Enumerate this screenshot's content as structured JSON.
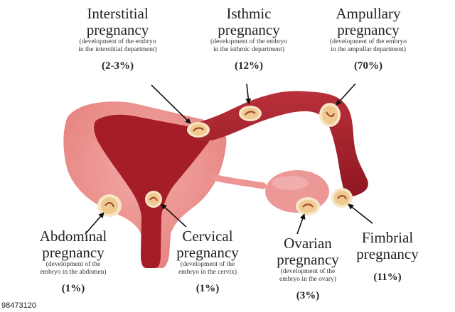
{
  "labels": {
    "interstitial": {
      "title_line1": "Interstitial",
      "title_line2": "pregnancy",
      "desc_line1": "(development of the embryo",
      "desc_line2": "in the interstitial department)",
      "percent": "(2-3%)"
    },
    "isthmic": {
      "title_line1": "Isthmic",
      "title_line2": "pregnancy",
      "desc_line1": "(development of the embryo",
      "desc_line2": "in the isthmic department)",
      "percent": "(12%)"
    },
    "ampullary": {
      "title_line1": "Ampullary",
      "title_line2": "pregnancy",
      "desc_line1": "(development of the embryo",
      "desc_line2": "in the ampullar department)",
      "percent": "(70%)"
    },
    "abdominal": {
      "title_line1": "Abdominal",
      "title_line2": "pregnancy",
      "desc_line1": "(development of the",
      "desc_line2": "embryo in the abdomen)",
      "percent": "(1%)"
    },
    "cervical": {
      "title_line1": "Cervical",
      "title_line2": "pregnancy",
      "desc_line1": "(development of the",
      "desc_line2": "embryo in the cervix)",
      "percent": "(1%)"
    },
    "ovarian": {
      "title_line1": "Ovarian",
      "title_line2": "pregnancy",
      "desc_line1": "(development of the",
      "desc_line2": "embryo in the ovary)",
      "percent": "(3%)"
    },
    "fimbrial": {
      "title_line1": "Fimbrial",
      "title_line2": "pregnancy",
      "percent": "(11%)"
    }
  },
  "watermark": "98473120",
  "colors": {
    "outer_uterus": "#ec9592",
    "uterus_cavity": "#a51d27",
    "tube": "#a8202b",
    "ovary": "#ec9896",
    "embryo_fill": "#efc98f",
    "embryo_ring": "#f7e5c6",
    "arrow": "#111111"
  }
}
